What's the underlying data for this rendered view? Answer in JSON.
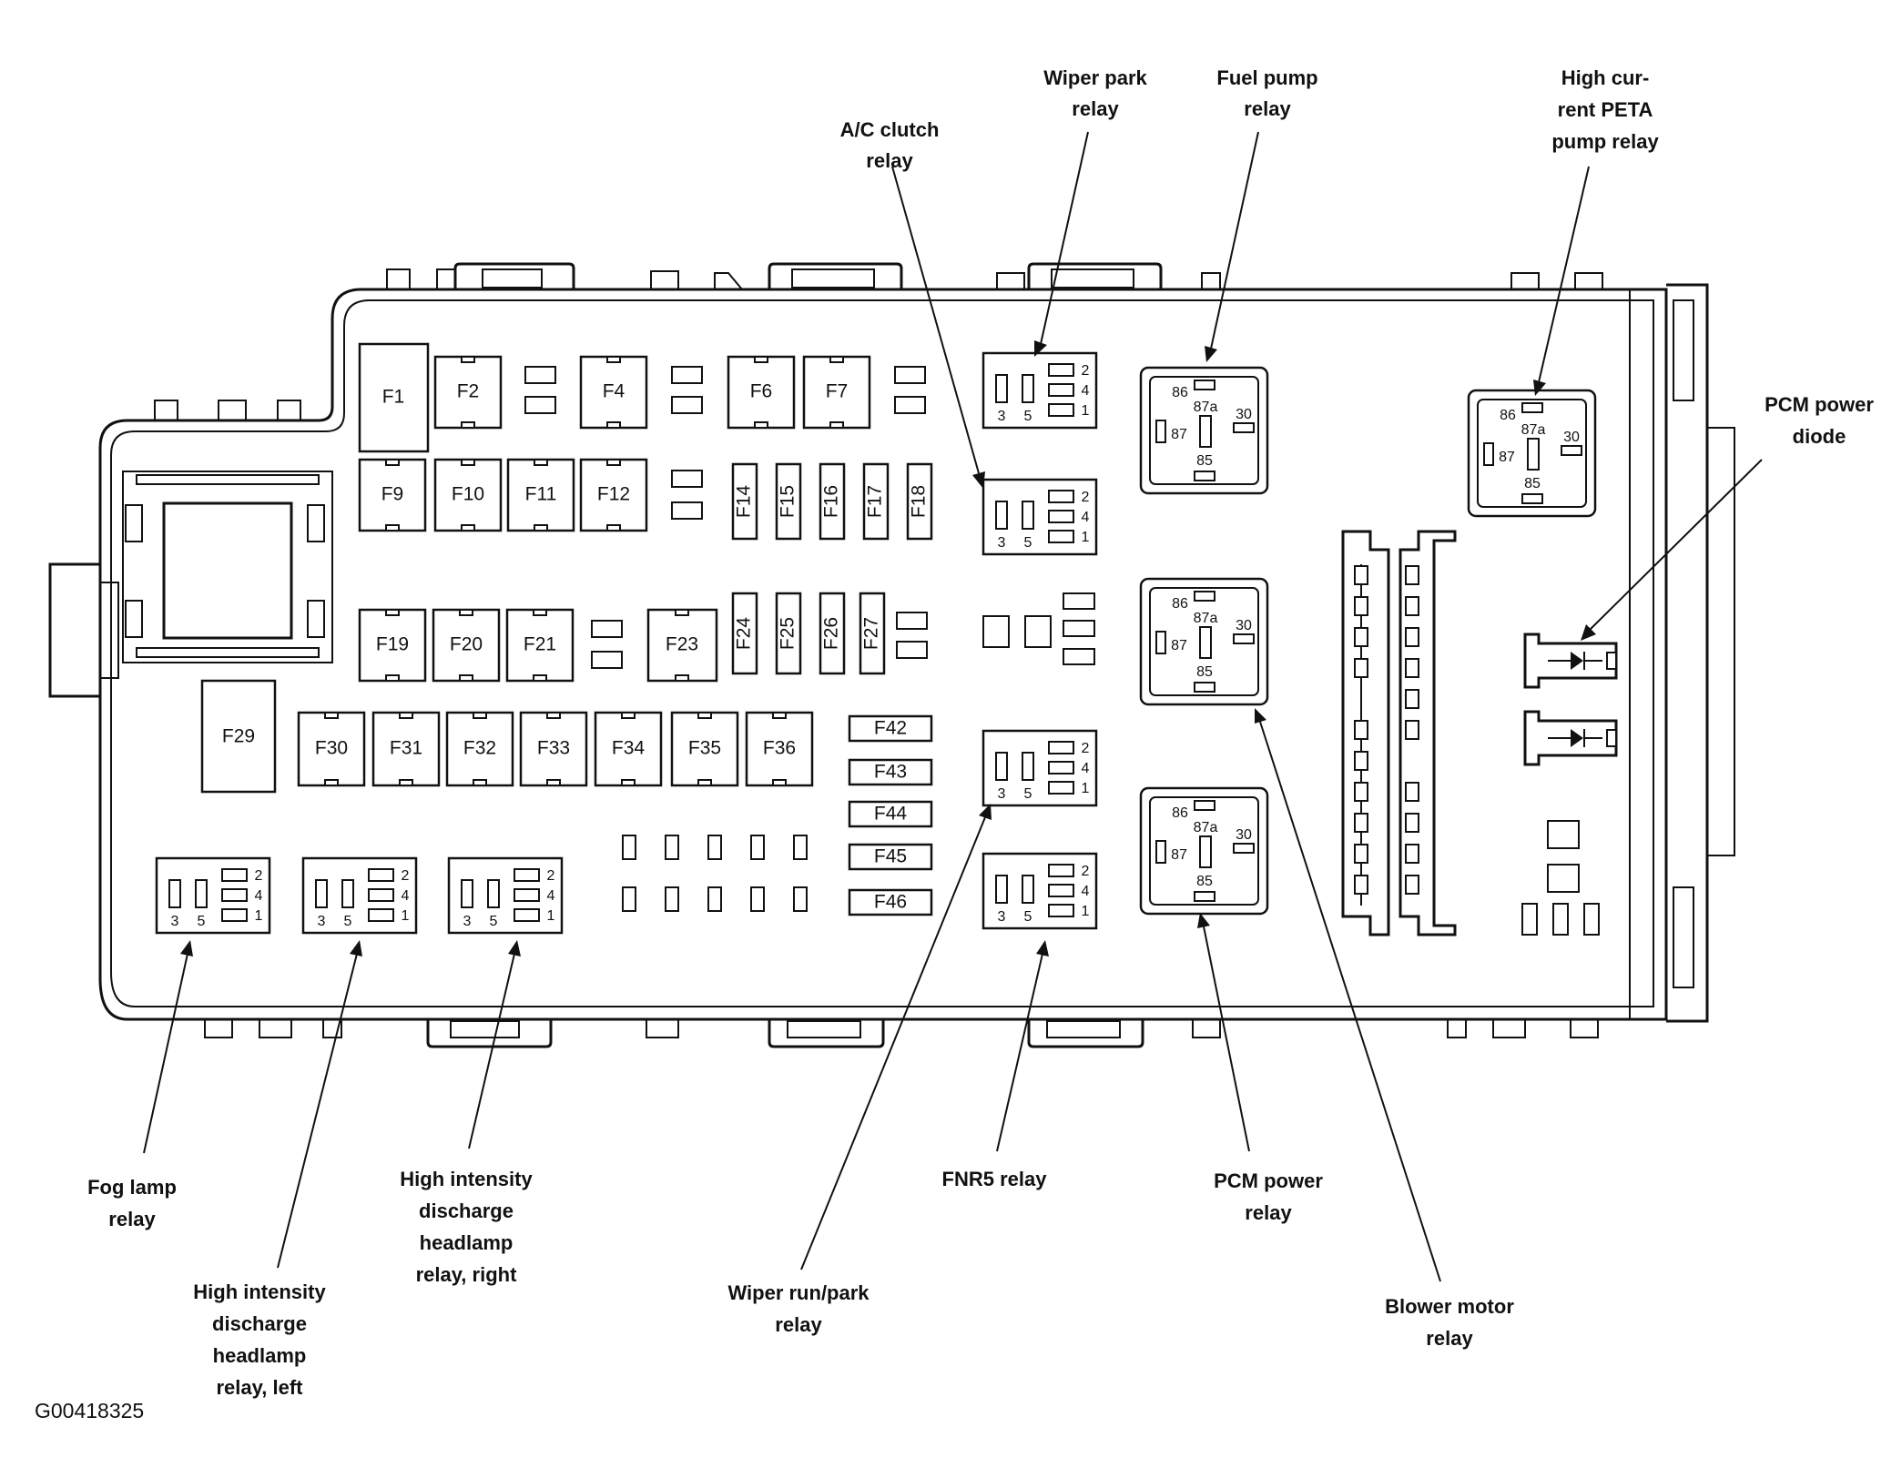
{
  "image_code": "G00418325",
  "callouts": {
    "wiper_park_relay": [
      "Wiper park",
      "relay"
    ],
    "fuel_pump_relay": [
      "Fuel pump",
      "relay"
    ],
    "ac_clutch_relay": [
      "A/C clutch",
      "relay"
    ],
    "high_current_peta": [
      "High cur-",
      "rent PETA",
      "pump relay"
    ],
    "pcm_power_diode": [
      "PCM power",
      "diode"
    ],
    "fog_lamp_relay": [
      "Fog lamp",
      "relay"
    ],
    "hid_left": [
      "High intensity",
      "discharge",
      "headlamp",
      "relay, left"
    ],
    "hid_right": [
      "High intensity",
      "discharge",
      "headlamp",
      "relay, right"
    ],
    "wiper_run_park": [
      "Wiper run/park",
      "relay"
    ],
    "fnr5_relay": [
      "FNR5 relay"
    ],
    "pcm_power_relay": [
      "PCM power",
      "relay"
    ],
    "blower_motor_relay": [
      "Blower motor",
      "relay"
    ]
  },
  "fuses": {
    "F1": "F1",
    "F2": "F2",
    "F4": "F4",
    "F6": "F6",
    "F7": "F7",
    "F9": "F9",
    "F10": "F10",
    "F11": "F11",
    "F12": "F12",
    "F14": "F14",
    "F15": "F15",
    "F16": "F16",
    "F17": "F17",
    "F18": "F18",
    "F19": "F19",
    "F20": "F20",
    "F21": "F21",
    "F23": "F23",
    "F24": "F24",
    "F25": "F25",
    "F26": "F26",
    "F27": "F27",
    "F29": "F29",
    "F30": "F30",
    "F31": "F31",
    "F32": "F32",
    "F33": "F33",
    "F34": "F34",
    "F35": "F35",
    "F36": "F36",
    "F42": "F42",
    "F43": "F43",
    "F44": "F44",
    "F45": "F45",
    "F46": "F46"
  },
  "mini_relay_pins": {
    "p3": "3",
    "p5": "5",
    "p2": "2",
    "p4": "4",
    "p1": "1"
  },
  "iso_relay_pins": {
    "p86": "86",
    "p87a": "87a",
    "p87": "87",
    "p30": "30",
    "p85": "85"
  }
}
